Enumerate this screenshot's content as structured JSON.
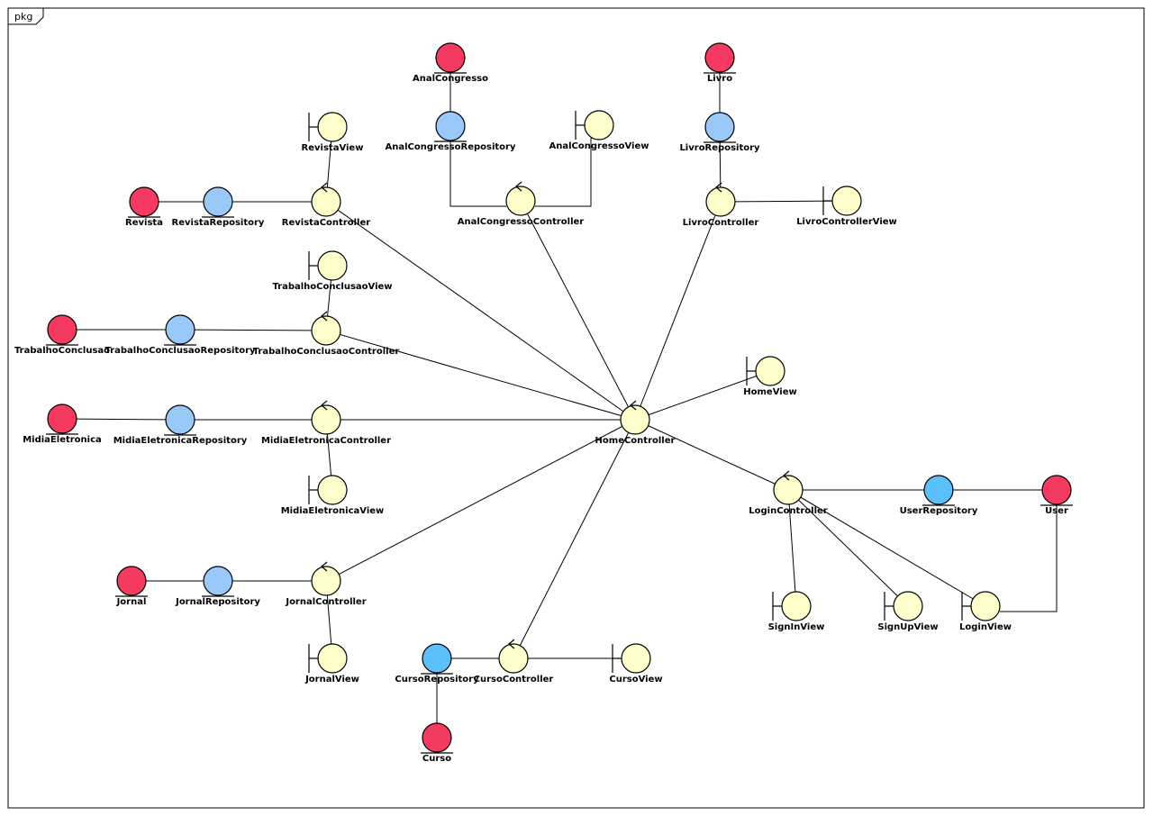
{
  "frame": {
    "label": "pkg"
  },
  "colors": {
    "entity": "#f43a60",
    "repository": "#99c8f9",
    "repository_alt": "#5bc0f8",
    "control": "#ffffcc",
    "boundary": "#ffffcc",
    "stroke": "#000000"
  },
  "nodes": [
    {
      "id": "AnalCongresso",
      "label": "AnalCongresso",
      "kind": "entity"
    },
    {
      "id": "AnalCongressoRepository",
      "label": "AnalCongressoRepository",
      "kind": "repository"
    },
    {
      "id": "AnalCongressoView",
      "label": "AnalCongressoView",
      "kind": "boundary"
    },
    {
      "id": "AnalCongressoController",
      "label": "AnalCongressoController",
      "kind": "control"
    },
    {
      "id": "Livro",
      "label": "Livro",
      "kind": "entity"
    },
    {
      "id": "LivroRepository",
      "label": "LivroRepository",
      "kind": "repository"
    },
    {
      "id": "LivroController",
      "label": "LivroController",
      "kind": "control"
    },
    {
      "id": "LivroControllerView",
      "label": "LivroControllerView",
      "kind": "boundary"
    },
    {
      "id": "RevistaView",
      "label": "RevistaView",
      "kind": "boundary"
    },
    {
      "id": "Revista",
      "label": "Revista",
      "kind": "entity"
    },
    {
      "id": "RevistaRepository",
      "label": "RevistaRepository",
      "kind": "repository"
    },
    {
      "id": "RevistaController",
      "label": "RevistaController",
      "kind": "control"
    },
    {
      "id": "TrabalhoConclusaoView",
      "label": "TrabalhoConclusaoView",
      "kind": "boundary"
    },
    {
      "id": "TrabalhoConclusao",
      "label": "TrabalhoConclusao",
      "kind": "entity"
    },
    {
      "id": "TrabalhoConclusaoRepository",
      "label": "TrabalhoConclusaoRepository",
      "kind": "repository"
    },
    {
      "id": "TrabalhoConclusaoController",
      "label": "TrabalhoConclusaoController",
      "kind": "control"
    },
    {
      "id": "HomeView",
      "label": "HomeView",
      "kind": "boundary"
    },
    {
      "id": "MidiaEletronica",
      "label": "MidiaEletronica",
      "kind": "entity"
    },
    {
      "id": "MidiaEletronicaRepository",
      "label": "MidiaEletronicaRepository",
      "kind": "repository"
    },
    {
      "id": "MidiaEletronicaController",
      "label": "MidiaEletronicaController",
      "kind": "control"
    },
    {
      "id": "HomeController",
      "label": "HomeController",
      "kind": "control"
    },
    {
      "id": "MidiaEletronicaView",
      "label": "MidiaEletronicaView",
      "kind": "boundary"
    },
    {
      "id": "LoginController",
      "label": "LoginController",
      "kind": "control"
    },
    {
      "id": "UserRepository",
      "label": "UserRepository",
      "kind": "repository_alt"
    },
    {
      "id": "User",
      "label": "User",
      "kind": "entity"
    },
    {
      "id": "Jornal",
      "label": "Jornal",
      "kind": "entity"
    },
    {
      "id": "JornalRepository",
      "label": "JornalRepository",
      "kind": "repository"
    },
    {
      "id": "JornalController",
      "label": "JornalController",
      "kind": "control"
    },
    {
      "id": "SignInView",
      "label": "SignInView",
      "kind": "boundary"
    },
    {
      "id": "SignUpView",
      "label": "SignUpView",
      "kind": "boundary"
    },
    {
      "id": "LoginView",
      "label": "LoginView",
      "kind": "boundary"
    },
    {
      "id": "JornalView",
      "label": "JornalView",
      "kind": "boundary"
    },
    {
      "id": "CursoRepository",
      "label": "CursoRepository",
      "kind": "repository_alt"
    },
    {
      "id": "CursoController",
      "label": "CursoController",
      "kind": "control"
    },
    {
      "id": "CursoView",
      "label": "CursoView",
      "kind": "boundary"
    },
    {
      "id": "Curso",
      "label": "Curso",
      "kind": "entity"
    }
  ],
  "edges": [
    [
      "AnalCongresso",
      "AnalCongressoRepository"
    ],
    [
      "AnalCongressoRepository",
      "AnalCongressoController"
    ],
    [
      "AnalCongressoView",
      "AnalCongressoController"
    ],
    [
      "AnalCongressoController",
      "HomeController"
    ],
    [
      "Livro",
      "LivroRepository"
    ],
    [
      "LivroRepository",
      "LivroController"
    ],
    [
      "LivroController",
      "LivroControllerView"
    ],
    [
      "LivroController",
      "HomeController"
    ],
    [
      "RevistaView",
      "RevistaController"
    ],
    [
      "Revista",
      "RevistaRepository"
    ],
    [
      "RevistaRepository",
      "RevistaController"
    ],
    [
      "RevistaController",
      "HomeController"
    ],
    [
      "TrabalhoConclusaoView",
      "TrabalhoConclusaoController"
    ],
    [
      "TrabalhoConclusao",
      "TrabalhoConclusaoRepository"
    ],
    [
      "TrabalhoConclusaoRepository",
      "TrabalhoConclusaoController"
    ],
    [
      "TrabalhoConclusaoController",
      "HomeController"
    ],
    [
      "HomeView",
      "HomeController"
    ],
    [
      "MidiaEletronica",
      "MidiaEletronicaRepository"
    ],
    [
      "MidiaEletronicaRepository",
      "MidiaEletronicaController"
    ],
    [
      "MidiaEletronicaController",
      "HomeController"
    ],
    [
      "MidiaEletronicaController",
      "MidiaEletronicaView"
    ],
    [
      "HomeController",
      "LoginController"
    ],
    [
      "HomeController",
      "JornalController"
    ],
    [
      "HomeController",
      "CursoController"
    ],
    [
      "LoginController",
      "UserRepository"
    ],
    [
      "UserRepository",
      "User"
    ],
    [
      "LoginController",
      "SignInView"
    ],
    [
      "LoginController",
      "SignUpView"
    ],
    [
      "LoginController",
      "LoginView"
    ],
    [
      "User",
      "LoginView"
    ],
    [
      "Jornal",
      "JornalRepository"
    ],
    [
      "JornalRepository",
      "JornalController"
    ],
    [
      "JornalController",
      "JornalView"
    ],
    [
      "CursoRepository",
      "CursoController"
    ],
    [
      "CursoController",
      "CursoView"
    ],
    [
      "CursoRepository",
      "Curso"
    ]
  ]
}
